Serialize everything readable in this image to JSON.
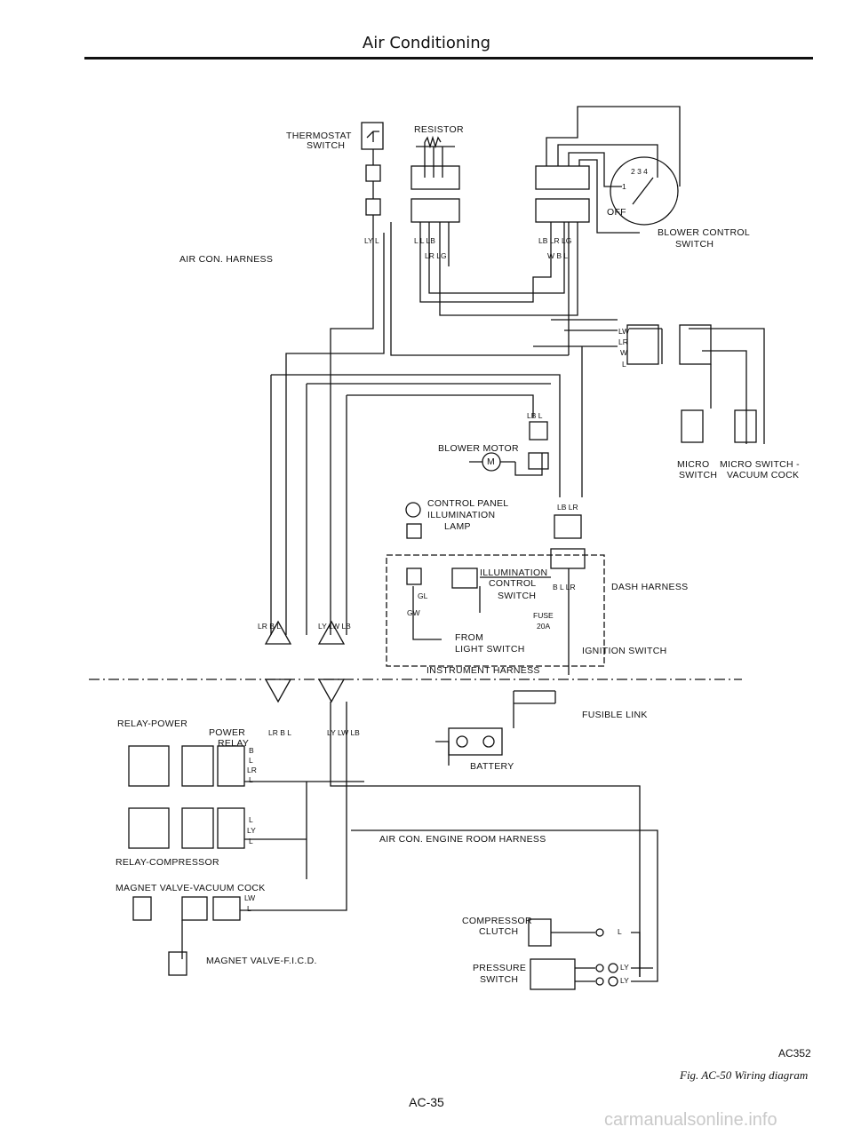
{
  "header": {
    "title": "Air Conditioning"
  },
  "labels": {
    "thermostat": "THERMOSTAT",
    "thermostat2": "SWITCH",
    "resistor": "RESISTOR",
    "air_con_harness": "AIR CON. HARNESS",
    "blower_control": "BLOWER CONTROL",
    "blower_control2": "SWITCH",
    "off": "OFF",
    "blower_motor": "BLOWER MOTOR",
    "motor_symbol": "M",
    "micro_switch": "MICRO",
    "micro_switch2": "SWITCH",
    "micro_vac": "MICRO SWITCH -",
    "micro_vac2": "VACUUM COCK",
    "control_panel": "CONTROL PANEL",
    "control_panel2": "ILLUMINATION",
    "control_panel3": "LAMP",
    "illum_ctrl": "ILLUMINATION",
    "illum_ctrl2": "CONTROL",
    "illum_ctrl3": "SWITCH",
    "dash_harness": "DASH HARNESS",
    "fuse": "FUSE",
    "fuse_rating": "20A",
    "from_light": "FROM",
    "from_light2": "LIGHT SWITCH",
    "ignition": "IGNITION SWITCH",
    "instrument_harness": "INSTRUMENT HARNESS",
    "fusible_link": "FUSIBLE LINK",
    "battery": "BATTERY",
    "relay_power": "RELAY-POWER",
    "power_relay": "POWER",
    "power_relay2": "RELAY",
    "relay_compressor": "RELAY-COMPRESSOR",
    "engine_room_harness": "AIR CON. ENGINE ROOM HARNESS",
    "magnet_valve_vc": "MAGNET VALVE-VACUUM COCK",
    "magnet_valve_ficd": "MAGNET VALVE-F.I.C.D.",
    "compressor": "COMPRESSOR",
    "compressor2": "CLUTCH",
    "pressure": "PRESSURE",
    "pressure2": "SWITCH"
  },
  "wire_codes": {
    "thermo": "LY L",
    "res": "L  L  LB",
    "res2": "LR LG",
    "bc1": "LB LR LG",
    "bc2": "W  B  L",
    "lw": "LW",
    "lr": "LR",
    "w": "W",
    "l": "L",
    "lbl_motor": "LB L",
    "lb_lr": "LB LR",
    "b_l_lr": "B  L  LR",
    "gl": "GL",
    "gw": "GW",
    "conn_left": "LR  B  L",
    "conn_right": "LY LW LB",
    "pr_codes": "LR  B  L",
    "pr_codes2": "LY LW LB",
    "r_b": "B",
    "r_l": "L",
    "r_lr": "LR",
    "r_l2": "L",
    "rc_l": "L",
    "rc_ly": "LY",
    "rc_l2": "L",
    "mv_lw": "LW",
    "mv_l": "L",
    "comp_l": "L",
    "ps_ly1": "LY",
    "ps_ly2": "LY",
    "dial": "2 3 4",
    "dial1": "1"
  },
  "footer": {
    "fig_code": "AC352",
    "caption": "Fig. AC-50  Wiring diagram",
    "page": "AC-35",
    "watermark": "carmanualsonline.info"
  }
}
